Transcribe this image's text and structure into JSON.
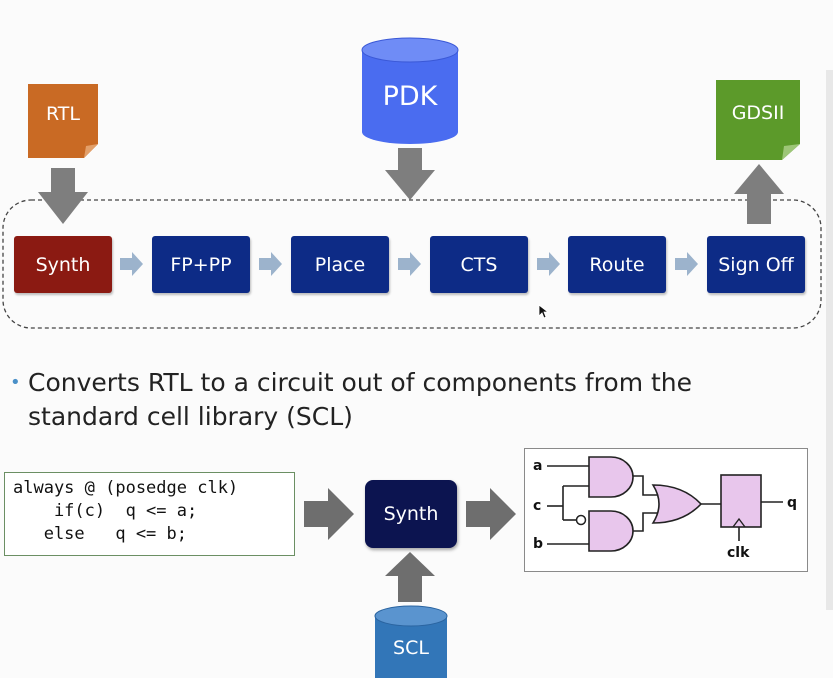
{
  "inputs": {
    "rtl": "RTL",
    "pdk": "PDK",
    "gdsii": "GDSII",
    "scl": "SCL"
  },
  "flow": {
    "stages": [
      "Synth",
      "FP+PP",
      "Place",
      "CTS",
      "Route",
      "Sign Off"
    ]
  },
  "bullet": "Converts RTL to a circuit out of components from the standard cell library (SCL)",
  "code": {
    "lines": [
      "always @ (posedge clk)",
      "    if(c)  q <= a;",
      "   else   q <= b;"
    ]
  },
  "synth_block": "Synth",
  "circuit": {
    "a": "a",
    "c": "c",
    "b": "b",
    "q": "q",
    "clk": "clk"
  },
  "colors": {
    "rtl": "#c96a24",
    "pdk": "#4a6cf0",
    "gdsii": "#5c9a2a",
    "scl": "#3276b8",
    "synth": "#8b1a12",
    "stage": "#0d2b86",
    "arrow": "#7e7e7e",
    "small_arrow": "#9cb3cc",
    "gate_fill": "#e8c6ec"
  }
}
